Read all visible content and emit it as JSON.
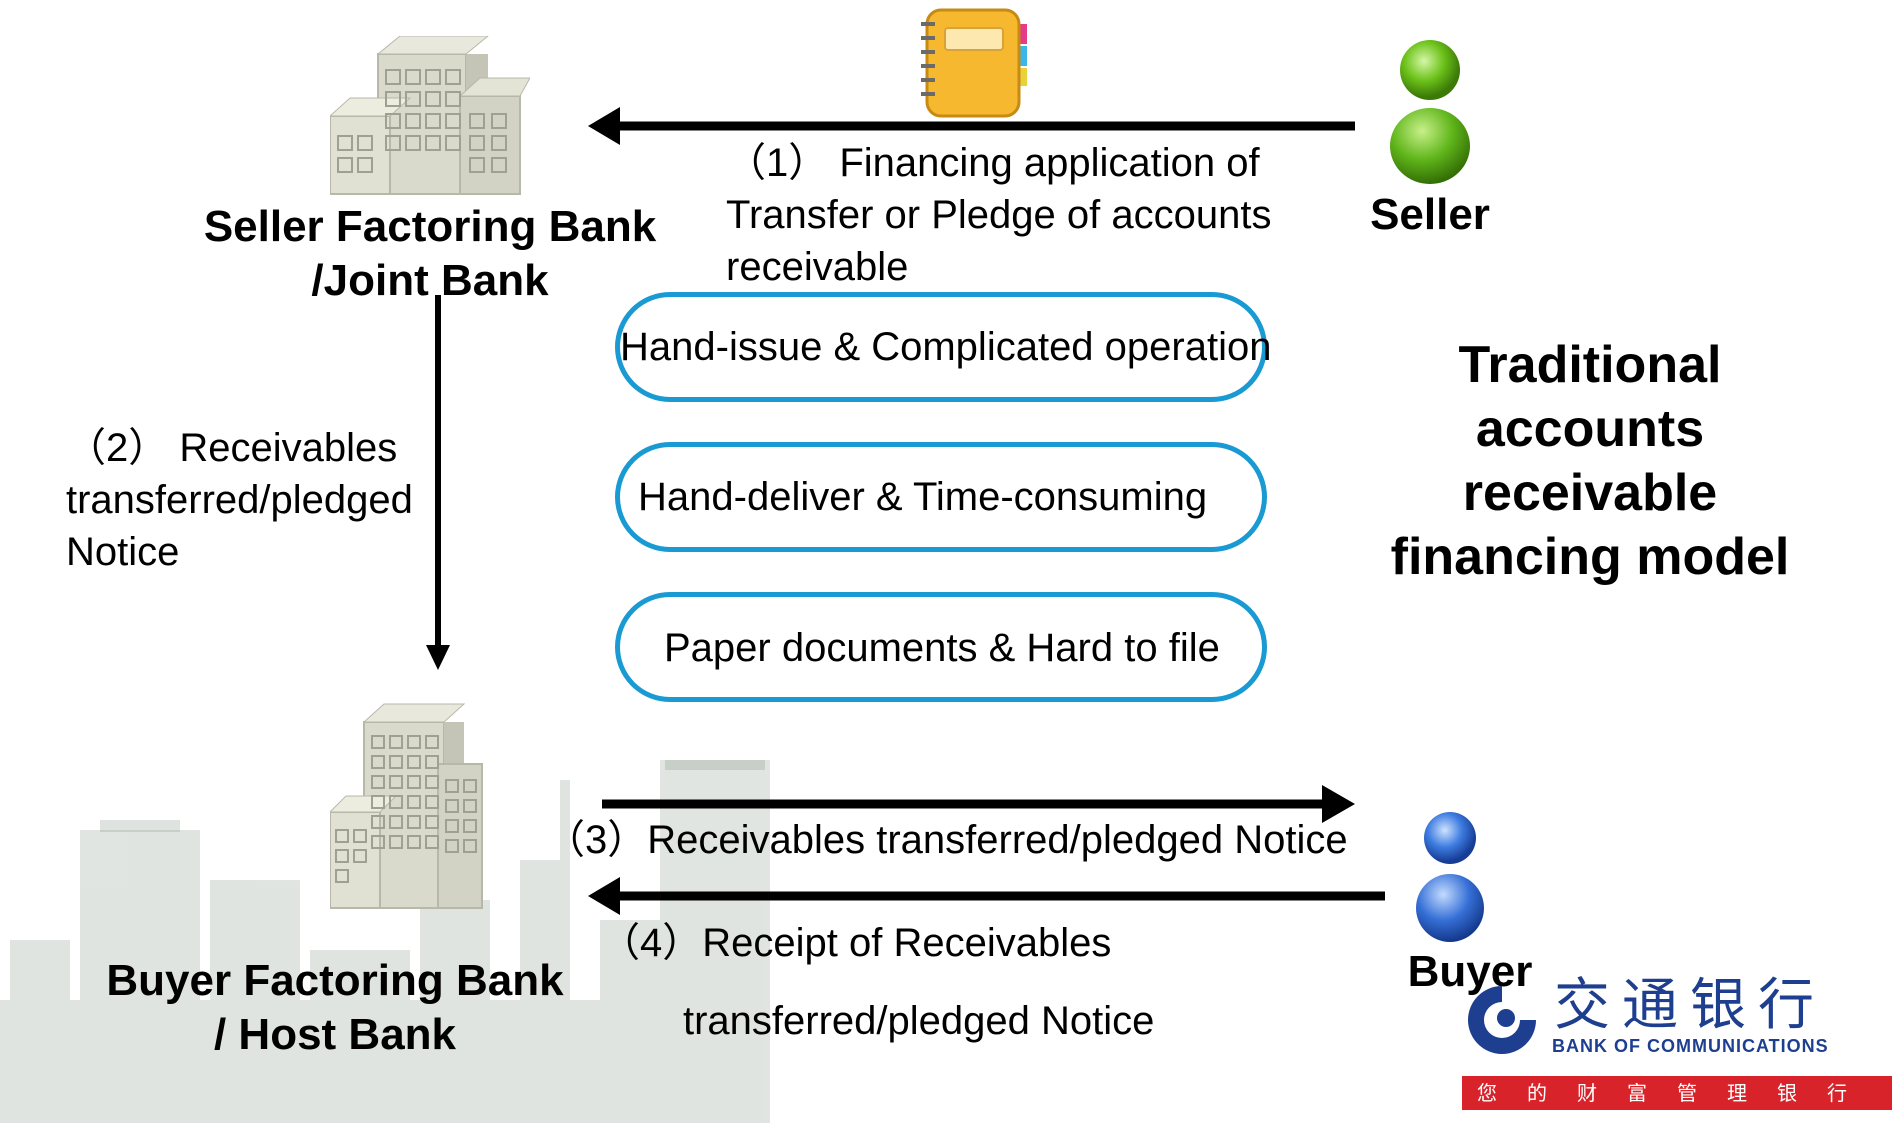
{
  "title_lines": [
    "Traditional",
    "accounts",
    "receivable",
    "financing model"
  ],
  "nodes": {
    "seller_bank": [
      "Seller Factoring Bank",
      "/Joint Bank"
    ],
    "buyer_bank": [
      "Buyer Factoring Bank",
      "/ Host Bank"
    ],
    "seller": "Seller",
    "buyer": "Buyer"
  },
  "steps": {
    "step1": [
      "（1）  Financing application of",
      "Transfer or Pledge of accounts",
      "receivable"
    ],
    "step2": [
      "（2）  Receivables",
      "transferred/pledged",
      "Notice"
    ],
    "step3": "（3）Receivables transferred/pledged Notice",
    "step4": [
      "（4）Receipt of Receivables",
      "transferred/pledged Notice"
    ]
  },
  "issues": [
    "Hand-issue & Complicated operation",
    "Hand-deliver & Time-consuming",
    "Paper documents & Hard to file"
  ],
  "logo": {
    "chinese": "交通银行",
    "english": "BANK OF COMMUNICATIONS",
    "slogan": "您的财富管理银行"
  },
  "colors": {
    "pill_border": "#1a9ad2",
    "seller_figure": "#5fbf1a",
    "buyer_figure": "#2d6fd6",
    "building": "#d9d9cc",
    "notebook": "#f5b82e",
    "logo_blue": "#1e3f8f",
    "slogan_bg": "#d8232a"
  },
  "icons": [
    "notebook-icon",
    "seller-person-icon",
    "buyer-person-icon",
    "building-icon",
    "bank-logo-icon"
  ]
}
